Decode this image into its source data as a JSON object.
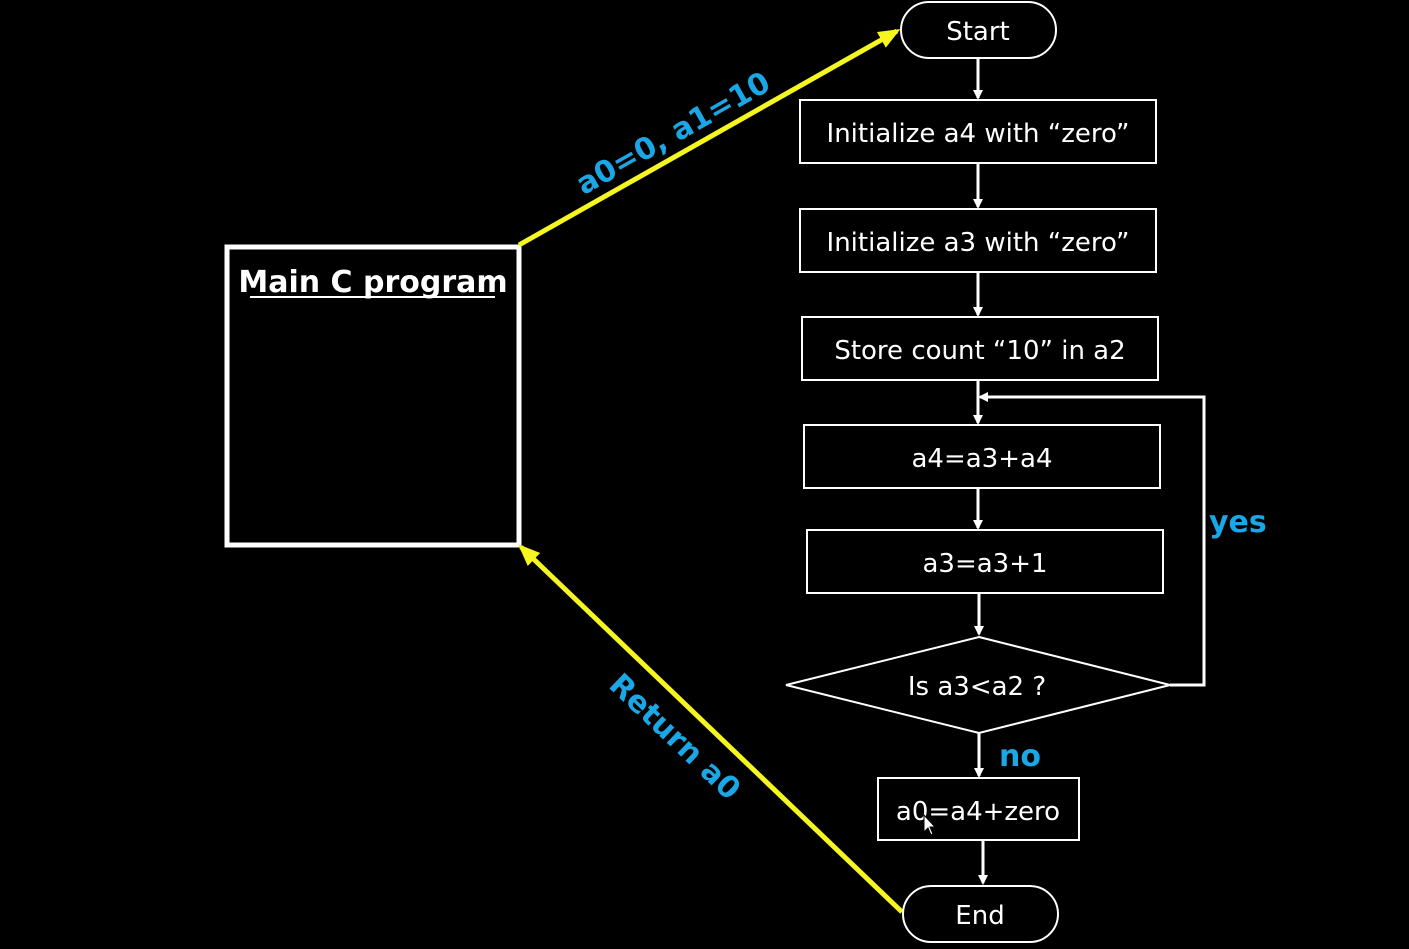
{
  "main_program": {
    "title": "Main C program"
  },
  "flowchart": {
    "start": "Start",
    "init_a4": "Initialize a4 with “zero”",
    "init_a3": "Initialize a3 with “zero”",
    "store_count": "Store count “10” in a2",
    "add_step": "a4=a3+a4",
    "increment_step": "a3=a3+1",
    "decision": "Is a3<a2 ?",
    "assign_result": "a0=a4+zero",
    "end": "End"
  },
  "labels": {
    "call_args": "a0=0, a1=10",
    "return": "Return a0",
    "yes": "yes",
    "no": "no"
  },
  "colors": {
    "background": "#000000",
    "shape_stroke": "#ffffff",
    "call_arrow": "#f5f520",
    "label_blue": "#1aa7e6"
  }
}
